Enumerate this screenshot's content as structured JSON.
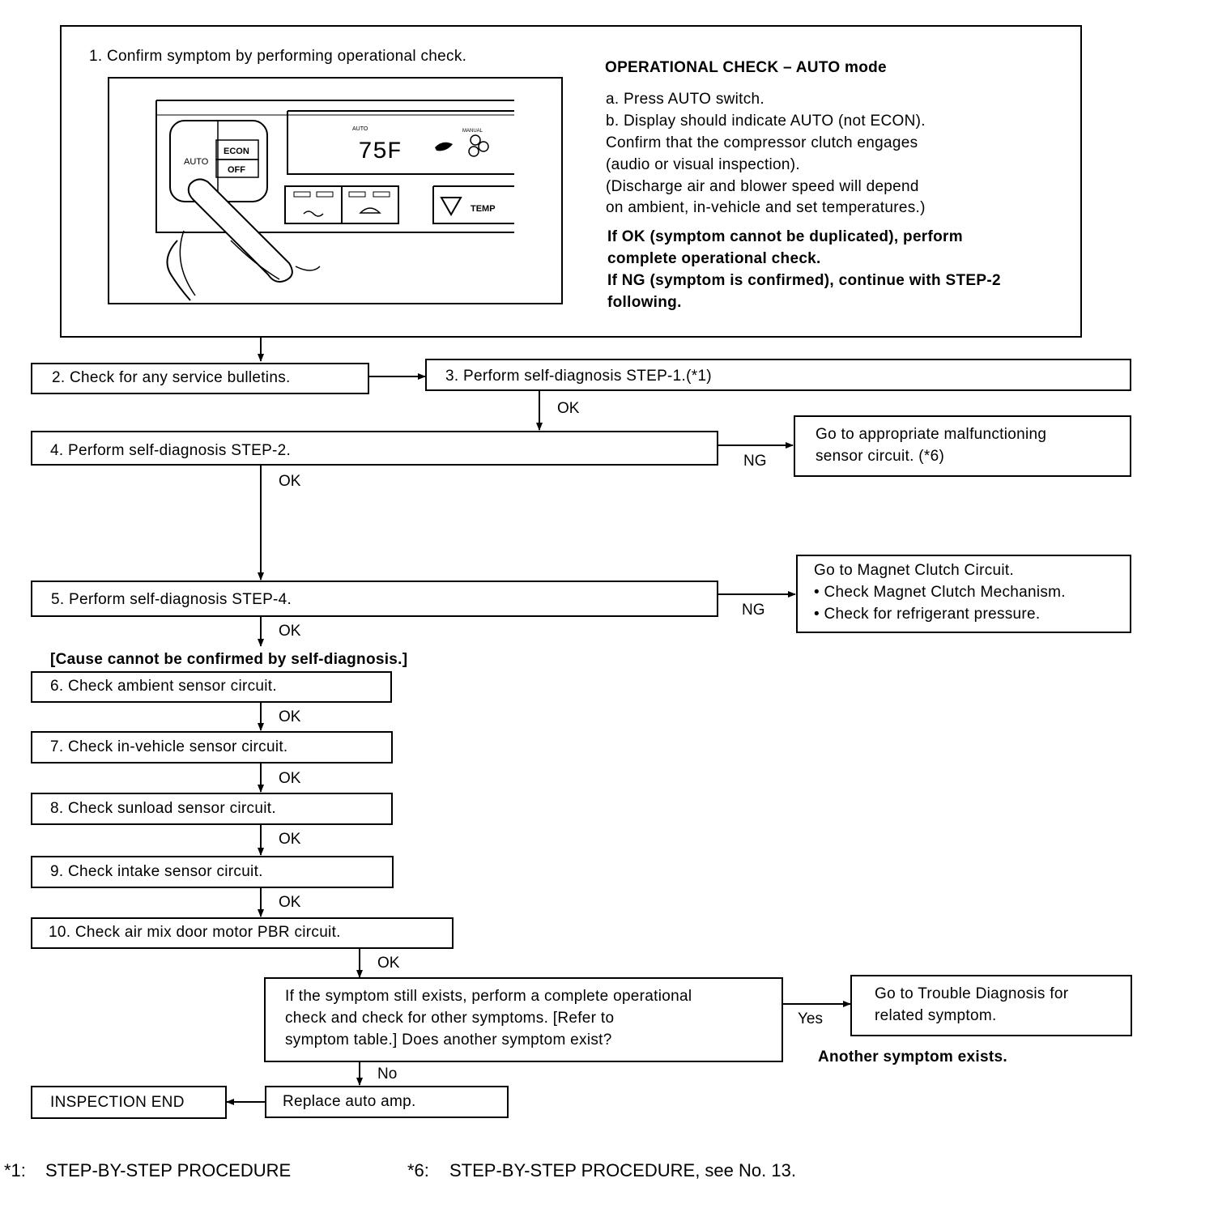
{
  "step1": {
    "title": "1. Confirm symptom by performing operational check.",
    "panel": {
      "auto_label": "AUTO",
      "econ_label": "ECON",
      "off_label": "OFF",
      "display_auto": "AUTO",
      "display_temp": "75F",
      "display_manual": "MANUAL",
      "temp_button": "TEMP"
    },
    "op_check": {
      "heading": "OPERATIONAL CHECK – AUTO mode",
      "lines": [
        "a. Press AUTO switch.",
        "b. Display should indicate AUTO (not ECON).",
        "Confirm that the compressor clutch engages",
        "(audio or visual inspection).",
        "(Discharge air and blower speed will depend",
        "on ambient, in-vehicle and set temperatures.)"
      ],
      "bold_lines": [
        "If OK (symptom cannot be duplicated), perform",
        "complete operational check.",
        "If NG (symptom is confirmed), continue with STEP-2",
        "following."
      ]
    }
  },
  "steps": {
    "s2": "2. Check for any service bulletins.",
    "s3": "3. Perform self-diagnosis STEP-1.(*1)",
    "s4": "4. Perform self-diagnosis STEP-2.",
    "s4_ng_lines": [
      "Go to appropriate malfunctioning",
      "sensor circuit. (*6)"
    ],
    "s5": "5. Perform self-diagnosis STEP-4.",
    "s5_ng_lines": [
      "Go to Magnet Clutch Circuit.",
      "• Check Magnet Clutch Mechanism.",
      "• Check for refrigerant pressure."
    ],
    "cause_note": "[Cause cannot be confirmed by self-diagnosis.]",
    "s6": "6. Check ambient sensor circuit.",
    "s7": "7. Check in-vehicle sensor circuit.",
    "s8": "8. Check sunload sensor circuit.",
    "s9": "9. Check intake sensor circuit.",
    "s10": "10. Check air mix door motor PBR circuit.",
    "question_lines": [
      "If the symptom still exists, perform a complete operational",
      "check  and check for other symptoms. [Refer to",
      "symptom table.] Does another symptom exist?"
    ],
    "yes_lines": [
      "Go to Trouble Diagnosis for",
      "related symptom."
    ],
    "another_symptom": "Another symptom exists.",
    "replace": "Replace auto amp.",
    "end": "INSPECTION END"
  },
  "labels": {
    "ok": "OK",
    "ng": "NG",
    "yes": "Yes",
    "no": "No"
  },
  "footnotes": {
    "f1_mark": "*1:",
    "f1_text": "STEP-BY-STEP PROCEDURE",
    "f6_mark": "*6:",
    "f6_text": "STEP-BY-STEP PROCEDURE, see No. 13."
  }
}
